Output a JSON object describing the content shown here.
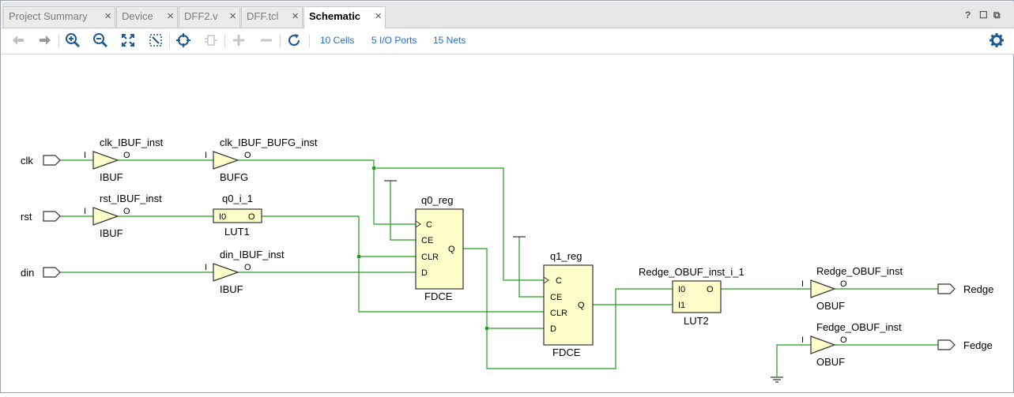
{
  "tabs": [
    {
      "label": "Project Summary",
      "active": false
    },
    {
      "label": "Device",
      "active": false
    },
    {
      "label": "DFF2.v",
      "active": false
    },
    {
      "label": "DFF.tcl",
      "active": false
    },
    {
      "label": "Schematic",
      "active": true
    }
  ],
  "window": {
    "help": "?",
    "restore": "☐",
    "float": "⧉"
  },
  "toolbar": {
    "links": {
      "cells": "10 Cells",
      "ports": "5 I/O Ports",
      "nets": "15 Nets"
    }
  },
  "icons": [
    "back-icon",
    "forward-icon",
    "zoom-in-icon",
    "zoom-out-icon",
    "fit-icon",
    "zoom-area-icon",
    "target-icon",
    "cell-icon",
    "add-icon",
    "remove-icon",
    "refresh-icon",
    "gear-icon"
  ],
  "colors": {
    "wire": "#1f9e1f",
    "cell_fill": "#ffffcc",
    "cell_stroke": "#333333",
    "link": "#1f6fd0"
  },
  "schematic": {
    "ports": {
      "clk": "clk",
      "rst": "rst",
      "din": "din",
      "redge": "Redge",
      "fedge": "Fedge"
    },
    "clk_ibuf": {
      "name": "clk_IBUF_inst",
      "type": "IBUF",
      "in": "I",
      "out": "O"
    },
    "rst_ibuf": {
      "name": "rst_IBUF_inst",
      "type": "IBUF",
      "in": "I",
      "out": "O"
    },
    "din_ibuf": {
      "name": "din_IBUF_inst",
      "type": "IBUF",
      "in": "I",
      "out": "O"
    },
    "bufg": {
      "name": "clk_IBUF_BUFG_inst",
      "type": "BUFG",
      "in": "I",
      "out": "O"
    },
    "lut1": {
      "name": "q0_i_1",
      "type": "LUT1",
      "in": "I0",
      "out": "O"
    },
    "q0": {
      "name": "q0_reg",
      "type": "FDCE",
      "c": "C",
      "ce": "CE",
      "clr": "CLR",
      "d": "D",
      "q": "Q"
    },
    "q1": {
      "name": "q1_reg",
      "type": "FDCE",
      "c": "C",
      "ce": "CE",
      "clr": "CLR",
      "d": "D",
      "q": "Q"
    },
    "lut2": {
      "name": "Redge_OBUF_inst_i_1",
      "type": "LUT2",
      "in0": "I0",
      "in1": "I1",
      "out": "O"
    },
    "redge_obuf": {
      "name": "Redge_OBUF_inst",
      "type": "OBUF",
      "in": "I",
      "out": "O"
    },
    "fedge_obuf": {
      "name": "Fedge_OBUF_inst",
      "type": "OBUF",
      "in": "I",
      "out": "O"
    }
  }
}
